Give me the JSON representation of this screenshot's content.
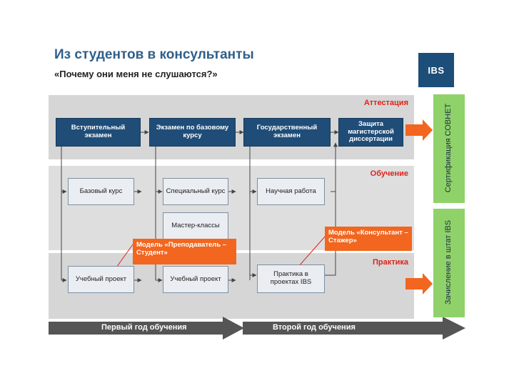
{
  "header": {
    "title": "Из студентов в консультанты",
    "subtitle": "«Почему они меня не слушаются?»",
    "logo": "IBS"
  },
  "sections": {
    "attestation": "Аттестация",
    "education": "Обучение",
    "practice": "Практика"
  },
  "boxes": {
    "entrance_exam": "Вступительный экзамен",
    "base_exam": "Экзамен по базовому курсу",
    "state_exam": "Государственный экзамен",
    "thesis_defense": "Защита магистерской диссертации",
    "base_course": "Базовый курс",
    "special_course": "Специальный курс",
    "research_work": "Научная работа",
    "master_classes": "Мастер-классы",
    "study_project_1": "Учебный проект",
    "study_project_2": "Учебный проект",
    "ibs_practice": "Практика в проектах IBS"
  },
  "callouts": {
    "teacher_student": "Модель «Преподаватель – Студент»",
    "consultant_intern": "Модель «Консультант – Стажер»"
  },
  "side": {
    "certification": "Сертификация СОВНЕТ",
    "enrollment": "Зачисление в штат IBS"
  },
  "timeline": {
    "year1": "Первый год обучения",
    "year2": "Второй год обучения"
  },
  "colors": {
    "dark_box": "#1f4d78",
    "accent_orange": "#f2661f",
    "section_red": "#e0221b",
    "side_green": "#8fd26a"
  }
}
